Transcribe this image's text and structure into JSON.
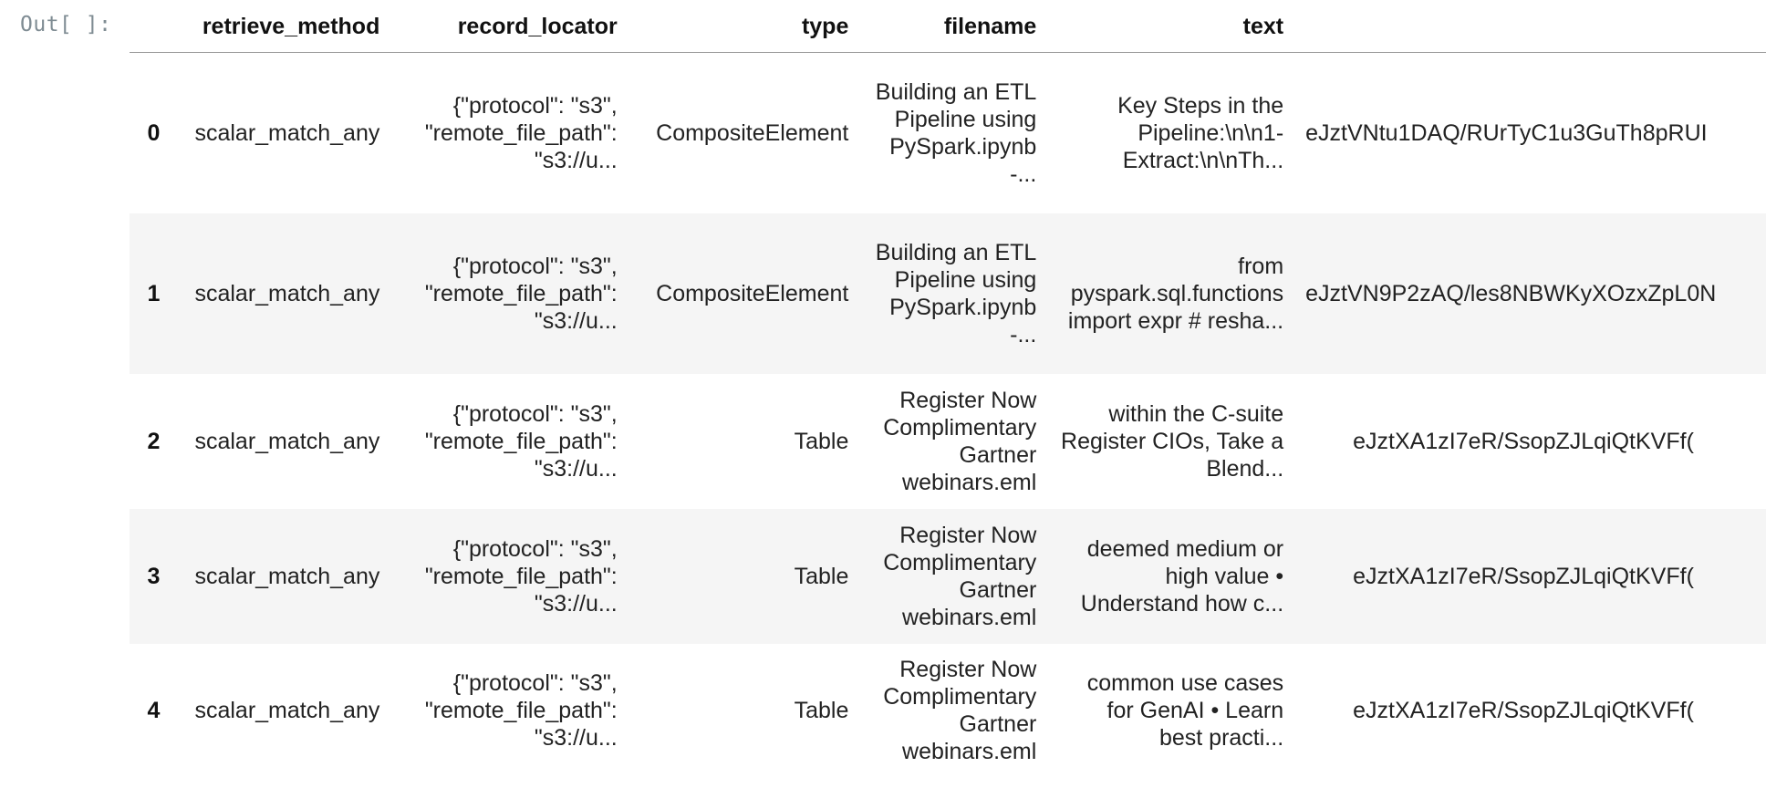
{
  "cell": {
    "prompt": "Out[ ]:"
  },
  "table": {
    "columns": [
      "",
      "retrieve_method",
      "record_locator",
      "type",
      "filename",
      "text",
      ""
    ],
    "rows": [
      {
        "index": "0",
        "retrieve_method": "scalar_match_any",
        "record_locator": "{\"protocol\": \"s3\", \"remote_file_path\": \"s3://u...",
        "type": "CompositeElement",
        "filename": "Building an ETL Pipeline using PySpark.ipynb -...",
        "text": "Key Steps in the Pipeline:\\n\\n1- Extract:\\n\\nTh...",
        "extra": "eJztVNtu1DAQ/RUrTyC1u3GuTh8pRUI"
      },
      {
        "index": "1",
        "retrieve_method": "scalar_match_any",
        "record_locator": "{\"protocol\": \"s3\", \"remote_file_path\": \"s3://u...",
        "type": "CompositeElement",
        "filename": "Building an ETL Pipeline using PySpark.ipynb -...",
        "text": "from pyspark.sql.functions import expr # resha...",
        "extra": "eJztVN9P2zAQ/les8NBWKyXOzxZpL0N"
      },
      {
        "index": "2",
        "retrieve_method": "scalar_match_any",
        "record_locator": "{\"protocol\": \"s3\", \"remote_file_path\": \"s3://u...",
        "type": "Table",
        "filename": "Register Now Complimentary Gartner webinars.eml",
        "text": "within the C-suite Register CIOs, Take a Blend...",
        "extra": "eJztXA1zI7eR/SsopZJLqiQtKVFf("
      },
      {
        "index": "3",
        "retrieve_method": "scalar_match_any",
        "record_locator": "{\"protocol\": \"s3\", \"remote_file_path\": \"s3://u...",
        "type": "Table",
        "filename": "Register Now Complimentary Gartner webinars.eml",
        "text": "deemed medium or high value • Understand how c...",
        "extra": "eJztXA1zI7eR/SsopZJLqiQtKVFf("
      },
      {
        "index": "4",
        "retrieve_method": "scalar_match_any",
        "record_locator": "{\"protocol\": \"s3\", \"remote_file_path\": \"s3://u...",
        "type": "Table",
        "filename": "Register Now Complimentary Gartner webinars.eml",
        "text": "common use cases for GenAI • Learn best practi...",
        "extra": "eJztXA1zI7eR/SsopZJLqiQtKVFf("
      }
    ]
  }
}
